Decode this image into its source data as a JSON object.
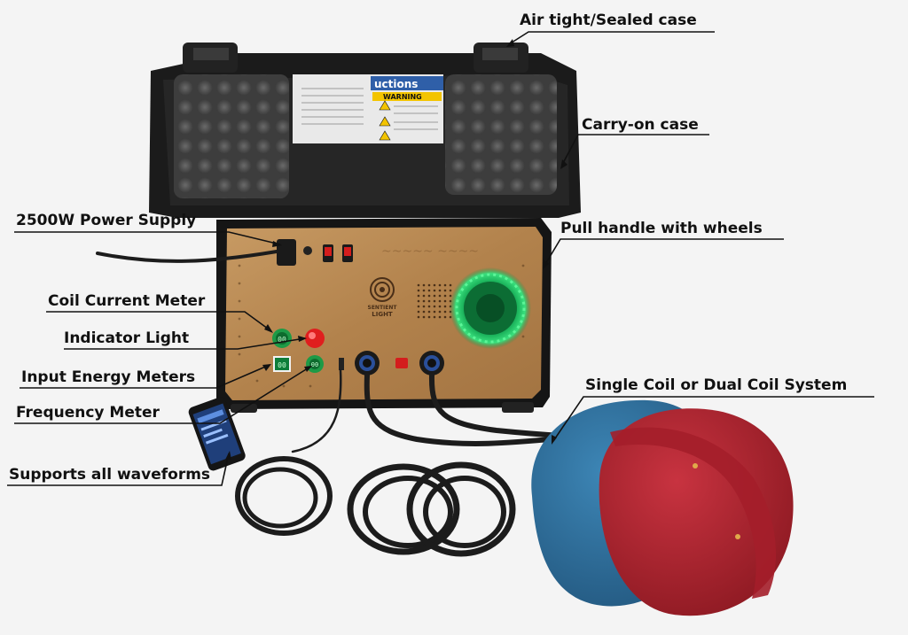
{
  "labels": {
    "sealed_case": "Air tight/Sealed case",
    "carry_case": "Carry-on case",
    "power_supply": "2500W Power Supply",
    "pull_handle": "Pull handle with wheels",
    "coil_meter": "Coil Current Meter",
    "indicator_light": "Indicator Light",
    "input_meters": "Input Energy Meters",
    "frequency_meter": "Frequency Meter",
    "coil_system": "Single Coil or Dual Coil System",
    "waveforms": "Supports all waveforms"
  },
  "device": {
    "instructions_banner": "uctions",
    "warning_label": "WARNING",
    "brand_top": "SENTIENT",
    "brand_bottom": "LIGHT",
    "meter_value_1": "00",
    "meter_value_2": "00",
    "meter_value_3": "00"
  },
  "colors": {
    "case": "#1c1c1c",
    "panel_wood": "#b98a55",
    "coil_blue": "#2f6f9c",
    "coil_red": "#b3232f",
    "led_green": "#2bd36b",
    "indicator_red": "#e01e1e"
  }
}
